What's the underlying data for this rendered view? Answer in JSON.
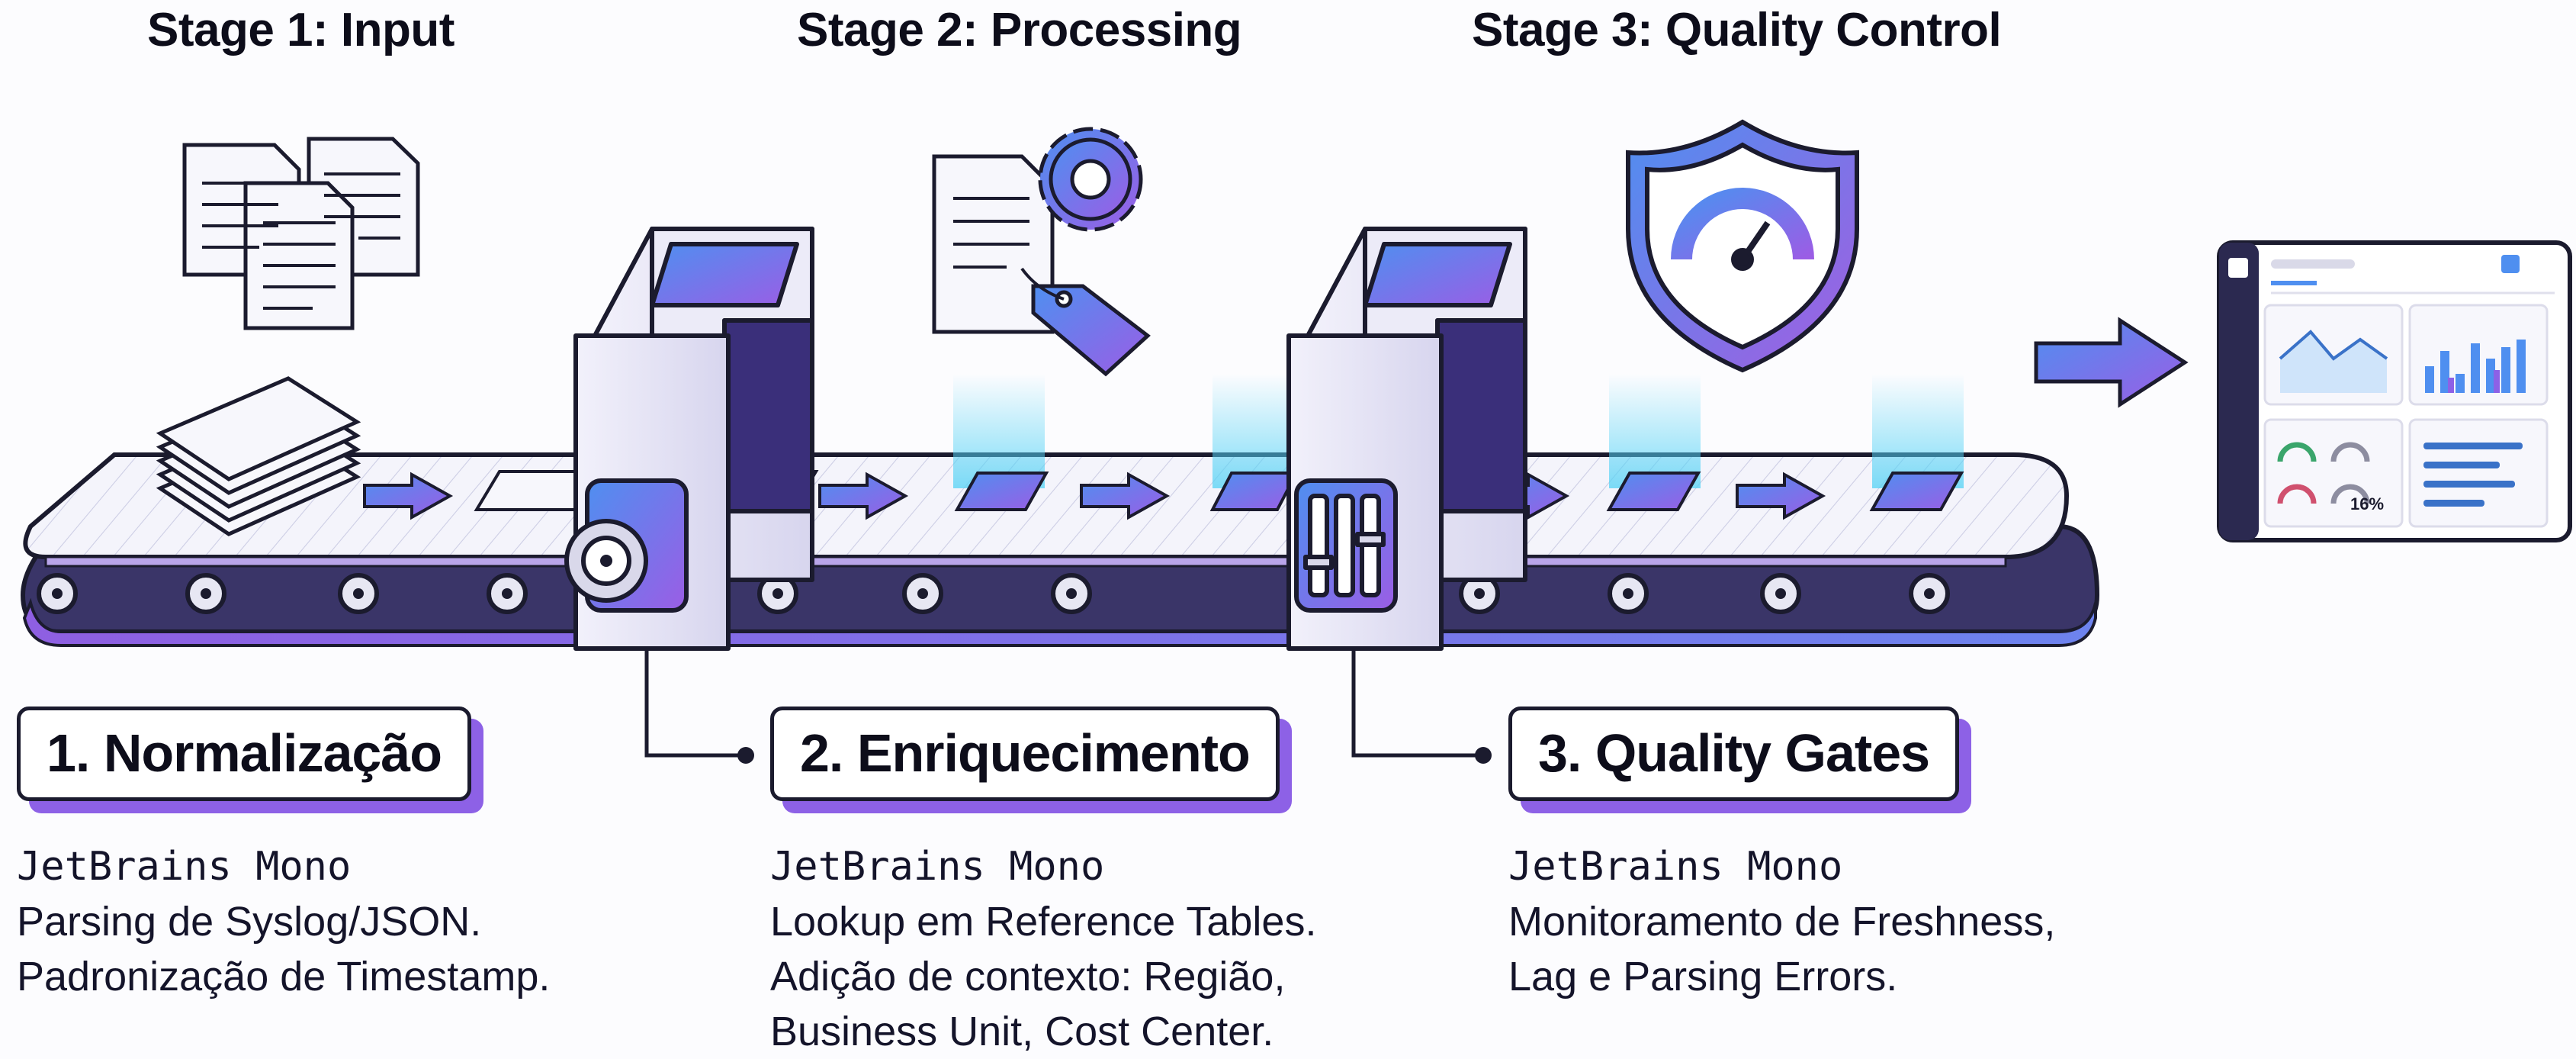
{
  "stages": [
    {
      "title": "Stage 1: Input",
      "label": "1. Normalização",
      "desc_lines": [
        "JetBrains Mono",
        "Parsing de Syslog/JSON.",
        "Padronização de Timestamp."
      ]
    },
    {
      "title": "Stage 2: Processing",
      "label": "2. Enriquecimento",
      "desc_lines": [
        "JetBrains Mono",
        "Lookup em Reference Tables.",
        "Adição de contexto: Região,",
        "Business Unit, Cost Center."
      ]
    },
    {
      "title": "Stage 3: Quality Control",
      "label": "3. Quality Gates",
      "desc_lines": [
        "JetBrains Mono",
        "Monitoramento de Freshness,",
        "Lag e Parsing Errors."
      ]
    }
  ],
  "dashboard": {
    "gauge_value": "16%"
  },
  "colors": {
    "accent_purple": "#8d61e6",
    "accent_blue": "#4f8ff0",
    "ink": "#1b1b2e",
    "belt_dark": "#2e2a5a"
  }
}
